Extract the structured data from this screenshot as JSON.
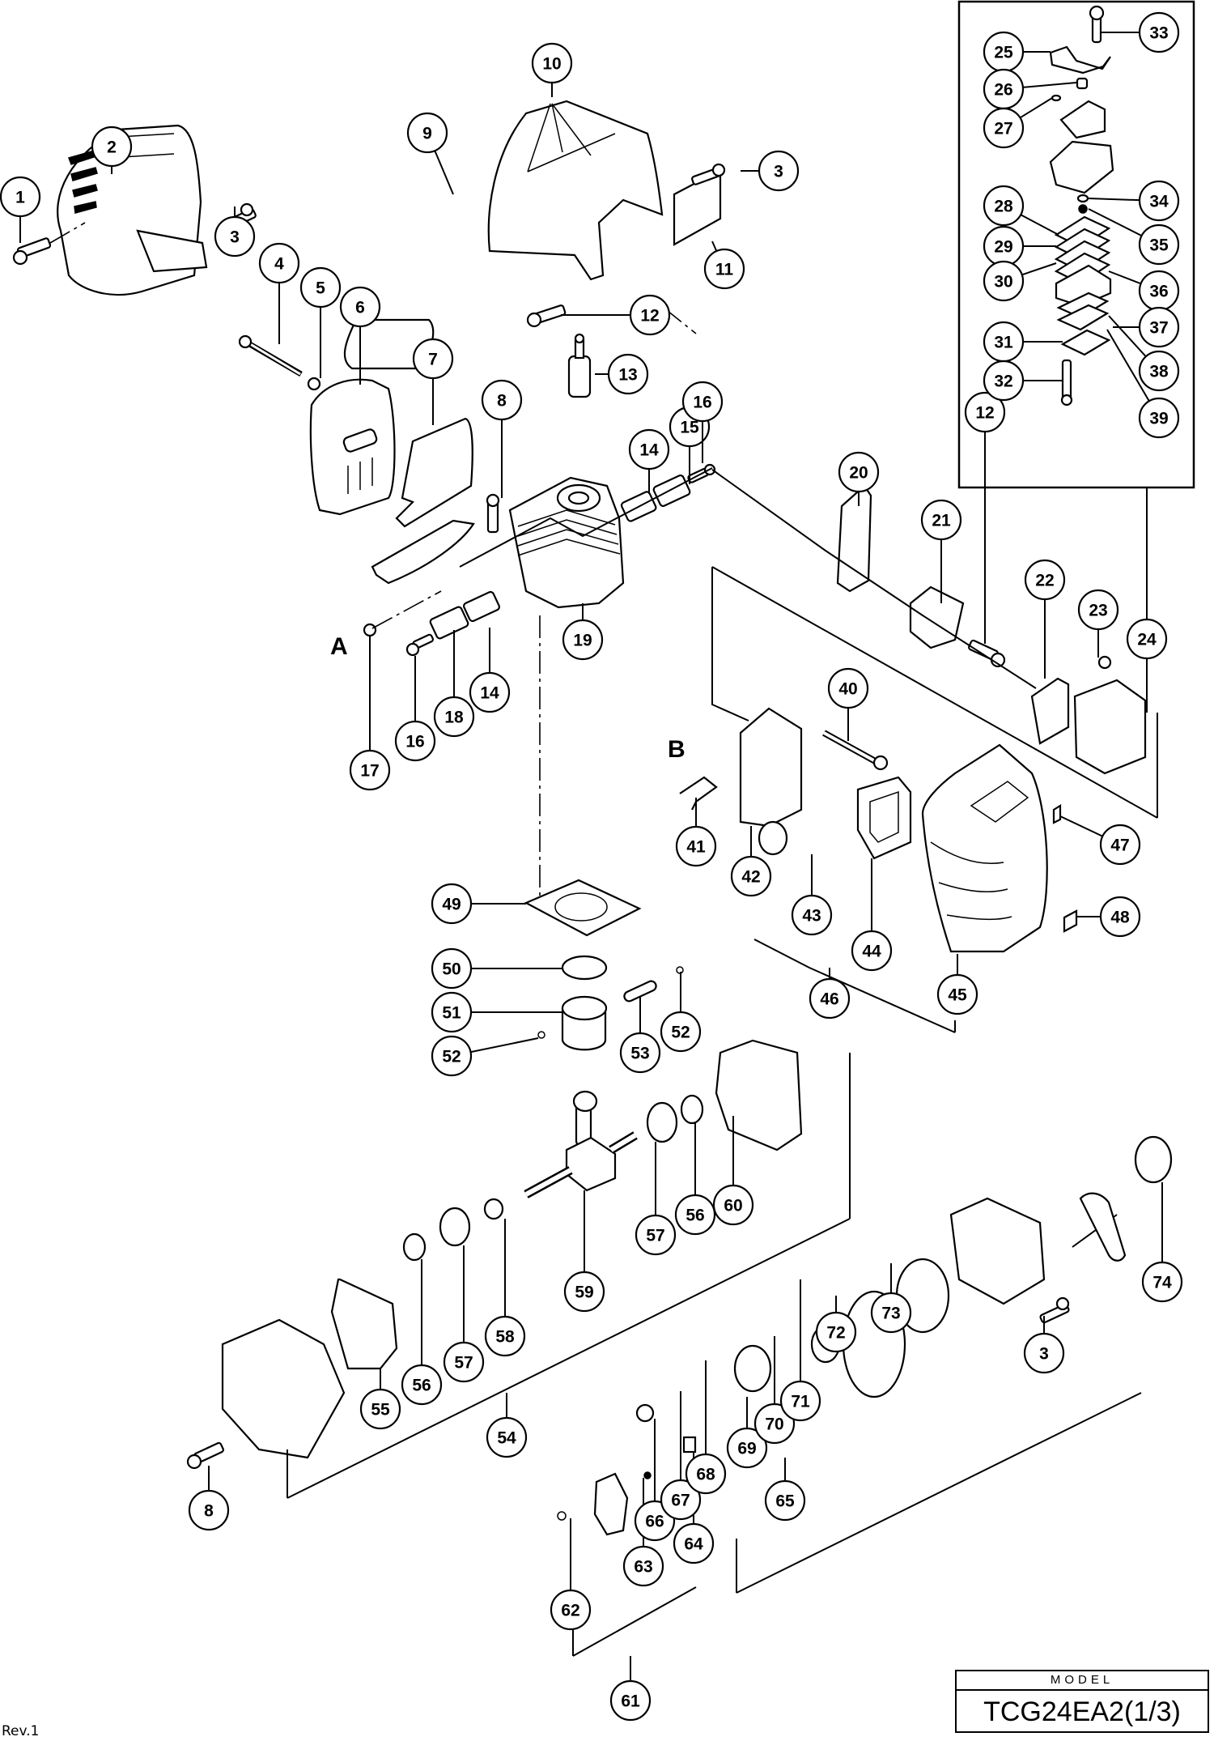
{
  "title_block": {
    "header": "MODEL",
    "model": "TCG24EA2(1/3)"
  },
  "revision": "Rev.1",
  "group_labels": {
    "a": "A",
    "b": "B"
  },
  "callouts": [
    {
      "id": "1",
      "label": "1"
    },
    {
      "id": "2",
      "label": "2"
    },
    {
      "id": "3a",
      "label": "3"
    },
    {
      "id": "3b",
      "label": "3"
    },
    {
      "id": "3c",
      "label": "3"
    },
    {
      "id": "4",
      "label": "4"
    },
    {
      "id": "5",
      "label": "5"
    },
    {
      "id": "6",
      "label": "6"
    },
    {
      "id": "7",
      "label": "7"
    },
    {
      "id": "8a",
      "label": "8"
    },
    {
      "id": "8b",
      "label": "8"
    },
    {
      "id": "9",
      "label": "9"
    },
    {
      "id": "10",
      "label": "10"
    },
    {
      "id": "11",
      "label": "11"
    },
    {
      "id": "12a",
      "label": "12"
    },
    {
      "id": "12b",
      "label": "12"
    },
    {
      "id": "13",
      "label": "13"
    },
    {
      "id": "14a",
      "label": "14"
    },
    {
      "id": "14b",
      "label": "14"
    },
    {
      "id": "15",
      "label": "15"
    },
    {
      "id": "16a",
      "label": "16"
    },
    {
      "id": "16b",
      "label": "16"
    },
    {
      "id": "17",
      "label": "17"
    },
    {
      "id": "18",
      "label": "18"
    },
    {
      "id": "19",
      "label": "19"
    },
    {
      "id": "20",
      "label": "20"
    },
    {
      "id": "21",
      "label": "21"
    },
    {
      "id": "22",
      "label": "22"
    },
    {
      "id": "23",
      "label": "23"
    },
    {
      "id": "24",
      "label": "24"
    },
    {
      "id": "25",
      "label": "25"
    },
    {
      "id": "26",
      "label": "26"
    },
    {
      "id": "27",
      "label": "27"
    },
    {
      "id": "28",
      "label": "28"
    },
    {
      "id": "29",
      "label": "29"
    },
    {
      "id": "30",
      "label": "30"
    },
    {
      "id": "31",
      "label": "31"
    },
    {
      "id": "32",
      "label": "32"
    },
    {
      "id": "33",
      "label": "33"
    },
    {
      "id": "34",
      "label": "34"
    },
    {
      "id": "35",
      "label": "35"
    },
    {
      "id": "36",
      "label": "36"
    },
    {
      "id": "37",
      "label": "37"
    },
    {
      "id": "38",
      "label": "38"
    },
    {
      "id": "39",
      "label": "39"
    },
    {
      "id": "40",
      "label": "40"
    },
    {
      "id": "41",
      "label": "41"
    },
    {
      "id": "42",
      "label": "42"
    },
    {
      "id": "43",
      "label": "43"
    },
    {
      "id": "44",
      "label": "44"
    },
    {
      "id": "45",
      "label": "45"
    },
    {
      "id": "46",
      "label": "46"
    },
    {
      "id": "47",
      "label": "47"
    },
    {
      "id": "48",
      "label": "48"
    },
    {
      "id": "49",
      "label": "49"
    },
    {
      "id": "50",
      "label": "50"
    },
    {
      "id": "51",
      "label": "51"
    },
    {
      "id": "52a",
      "label": "52"
    },
    {
      "id": "52b",
      "label": "52"
    },
    {
      "id": "53",
      "label": "53"
    },
    {
      "id": "54",
      "label": "54"
    },
    {
      "id": "55",
      "label": "55"
    },
    {
      "id": "56a",
      "label": "56"
    },
    {
      "id": "56b",
      "label": "56"
    },
    {
      "id": "57a",
      "label": "57"
    },
    {
      "id": "57b",
      "label": "57"
    },
    {
      "id": "58",
      "label": "58"
    },
    {
      "id": "59",
      "label": "59"
    },
    {
      "id": "60",
      "label": "60"
    },
    {
      "id": "61",
      "label": "61"
    },
    {
      "id": "62",
      "label": "62"
    },
    {
      "id": "63",
      "label": "63"
    },
    {
      "id": "64",
      "label": "64"
    },
    {
      "id": "65",
      "label": "65"
    },
    {
      "id": "66",
      "label": "66"
    },
    {
      "id": "67",
      "label": "67"
    },
    {
      "id": "68",
      "label": "68"
    },
    {
      "id": "69",
      "label": "69"
    },
    {
      "id": "70",
      "label": "70"
    },
    {
      "id": "71",
      "label": "71"
    },
    {
      "id": "72",
      "label": "72"
    },
    {
      "id": "73",
      "label": "73"
    },
    {
      "id": "74",
      "label": "74"
    }
  ]
}
